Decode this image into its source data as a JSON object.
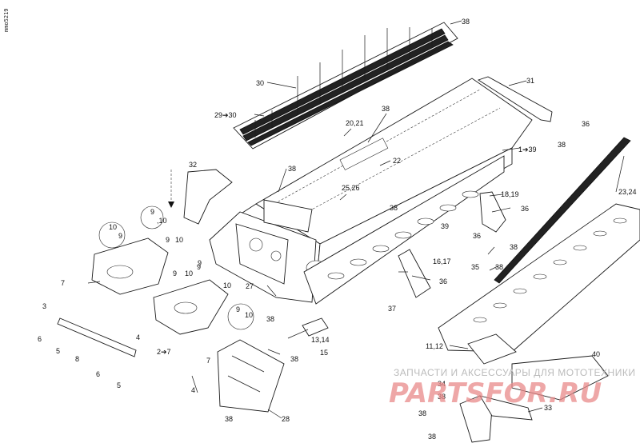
{
  "diagram": {
    "side_code": "mmo5219",
    "watermark": {
      "text": "ЗАПЧАСТИ И АКСЕССУАРЫ ДЛЯ МОТОТЕХНИКИ",
      "logo": "PARTSFOR.RU"
    },
    "callouts": [
      {
        "id": "c38a",
        "text": "38"
      },
      {
        "id": "c30",
        "text": "30"
      },
      {
        "id": "c29",
        "text": "29➔30"
      },
      {
        "id": "c31",
        "text": "31"
      },
      {
        "id": "c38b",
        "text": "38"
      },
      {
        "id": "c2021",
        "text": "20,21"
      },
      {
        "id": "c36a",
        "text": "36"
      },
      {
        "id": "c38c",
        "text": "38"
      },
      {
        "id": "c139",
        "text": "1➔39"
      },
      {
        "id": "c32",
        "text": "32"
      },
      {
        "id": "c38d",
        "text": "38"
      },
      {
        "id": "c22",
        "text": "22"
      },
      {
        "id": "c2526",
        "text": "25,26"
      },
      {
        "id": "c2324",
        "text": "23,24"
      },
      {
        "id": "c1819",
        "text": "18,19"
      },
      {
        "id": "c36b",
        "text": "36"
      },
      {
        "id": "c38e",
        "text": "38"
      },
      {
        "id": "c39",
        "text": "39"
      },
      {
        "id": "c36c",
        "text": "36"
      },
      {
        "id": "c910a",
        "text": "9"
      },
      {
        "id": "c910b",
        "text": ",10"
      },
      {
        "id": "c10a",
        "text": "10"
      },
      {
        "id": "c9a",
        "text": "9"
      },
      {
        "id": "c9b",
        "text": "9"
      },
      {
        "id": "c10b",
        "text": "10"
      },
      {
        "id": "c38f",
        "text": "38"
      },
      {
        "id": "c1617",
        "text": "16,17"
      },
      {
        "id": "c35",
        "text": "35"
      },
      {
        "id": "c38g",
        "text": "38"
      },
      {
        "id": "c7a",
        "text": "7"
      },
      {
        "id": "c9c",
        "text": "9"
      },
      {
        "id": "c10c",
        "text": "10"
      },
      {
        "id": "c9d",
        "text": "9"
      },
      {
        "id": "c10d",
        "text": "10"
      },
      {
        "id": "c27",
        "text": "27"
      },
      {
        "id": "c36d",
        "text": "36"
      },
      {
        "id": "c37",
        "text": "37"
      },
      {
        "id": "c9e",
        "text": "9"
      },
      {
        "id": "c10e",
        "text": "10"
      },
      {
        "id": "c3",
        "text": "3"
      },
      {
        "id": "c9f",
        "text": "9"
      },
      {
        "id": "c38h",
        "text": "38"
      },
      {
        "id": "c1314",
        "text": "13,14"
      },
      {
        "id": "c1112",
        "text": "11,12"
      },
      {
        "id": "c6a",
        "text": "6"
      },
      {
        "id": "c5a",
        "text": "5"
      },
      {
        "id": "c4a",
        "text": "4"
      },
      {
        "id": "c27b",
        "text": "2➔7"
      },
      {
        "id": "c8",
        "text": "8"
      },
      {
        "id": "c7b",
        "text": "7"
      },
      {
        "id": "c15",
        "text": "15"
      },
      {
        "id": "c38i",
        "text": "38"
      },
      {
        "id": "c40",
        "text": "40"
      },
      {
        "id": "c6b",
        "text": "6"
      },
      {
        "id": "c5b",
        "text": "5"
      },
      {
        "id": "c4b",
        "text": "4"
      },
      {
        "id": "c34",
        "text": "34"
      },
      {
        "id": "c38j",
        "text": "38"
      },
      {
        "id": "c33",
        "text": "33"
      },
      {
        "id": "c38k",
        "text": "38"
      },
      {
        "id": "c28",
        "text": "28"
      },
      {
        "id": "c38l",
        "text": "38"
      },
      {
        "id": "c38m",
        "text": "38"
      }
    ]
  }
}
